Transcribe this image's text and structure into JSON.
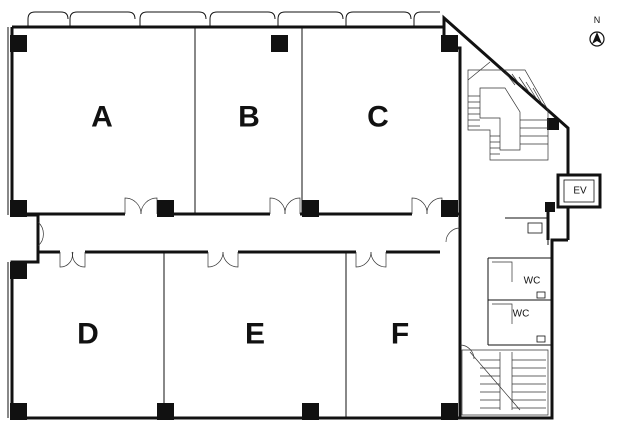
{
  "rooms": {
    "a": "A",
    "b": "B",
    "c": "C",
    "d": "D",
    "e": "E",
    "f": "F"
  },
  "facilities": {
    "elevator": "EV",
    "restroom_upper": "WC",
    "restroom_lower": "WC"
  },
  "compass": {
    "label": "N"
  }
}
